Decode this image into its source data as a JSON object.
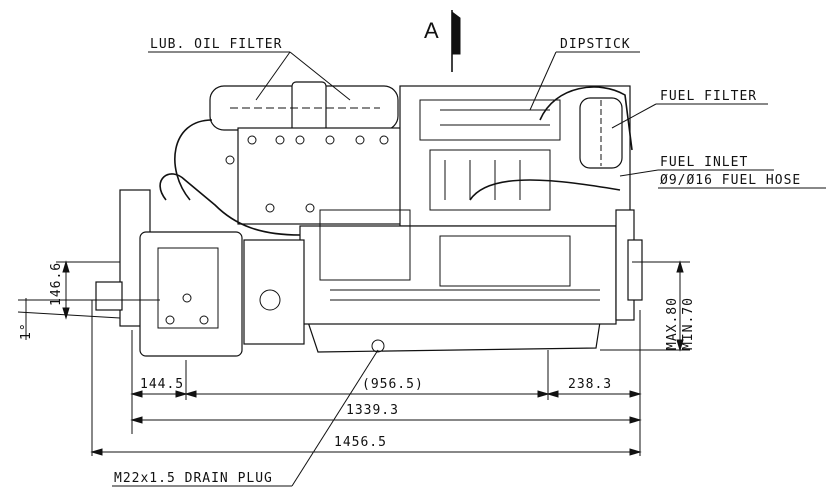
{
  "view_marker": "A",
  "labels": {
    "lub_oil_filter": "LUB. OIL FILTER",
    "dipstick": "DIPSTICK",
    "fuel_filter": "FUEL FILTER",
    "fuel_inlet": "FUEL INLET",
    "fuel_hose": "Ø9/Ø16 FUEL HOSE",
    "drain_plug": "M22x1.5 DRAIN PLUG"
  },
  "dimensions": {
    "d_146_6": "146.6",
    "angle": "1°",
    "d_144_5": "144.5",
    "d_956_5": "(956.5)",
    "d_238_3": "238.3",
    "d_1339_3": "1339.3",
    "d_1456_5": "1456.5",
    "max_80": "MAX.80",
    "min_70": "MIN.70"
  }
}
